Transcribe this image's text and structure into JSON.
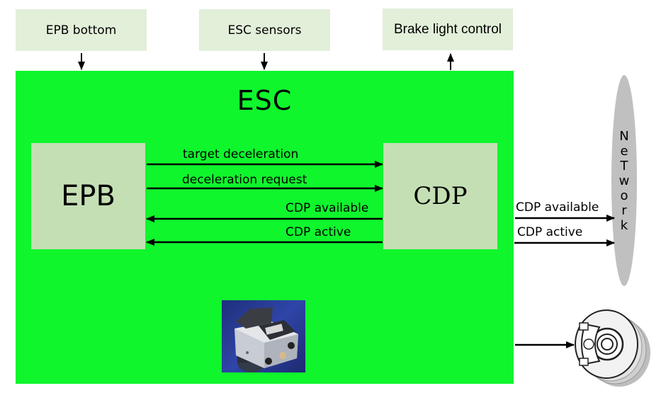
{
  "inputs_top": [
    {
      "label": "EPB bottom",
      "direction": "into-esc"
    },
    {
      "label": "ESC sensors",
      "direction": "into-esc"
    },
    {
      "label": "Brake light control",
      "direction": "out-of-esc"
    }
  ],
  "esc": {
    "title": "ESC",
    "color": "#0ff62d",
    "epb_label": "EPB",
    "cdp_label": "CDP",
    "signals": [
      {
        "label": "target deceleration",
        "from": "EPB",
        "to": "CDP"
      },
      {
        "label": "deceleration request",
        "from": "EPB",
        "to": "CDP"
      },
      {
        "label": "CDP available",
        "from": "CDP",
        "to": "EPB"
      },
      {
        "label": "CDP active",
        "from": "CDP",
        "to": "EPB"
      }
    ],
    "image_label": "ESC hydraulic unit"
  },
  "network": {
    "letters": [
      "N",
      "e",
      "T",
      "w",
      "o",
      "r",
      "k"
    ],
    "signals": [
      {
        "label": "CDP available",
        "from": "ESC",
        "to": "Network"
      },
      {
        "label": "CDP active",
        "from": "ESC",
        "to": "Network"
      }
    ]
  },
  "brake": {
    "label": "brake disc"
  }
}
